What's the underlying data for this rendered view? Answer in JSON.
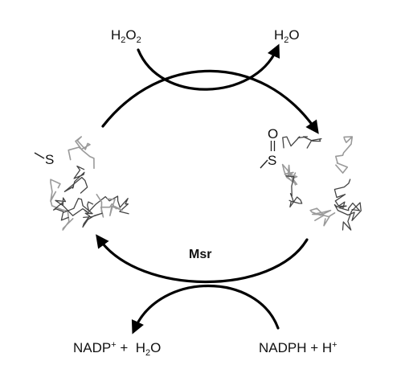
{
  "reactants_top": {
    "left": {
      "base": "H",
      "sub": "2",
      "base2": "O",
      "sub2": "2"
    },
    "right": {
      "base": "H",
      "sub": "2",
      "base2": "O"
    }
  },
  "products_bottom": {
    "left": {
      "part1": "NADP",
      "sup": "+",
      "part2": " +  H",
      "sub": "2",
      "part3": "O"
    },
    "right": {
      "part1": "NADPH + H",
      "sup": "+"
    }
  },
  "enzyme_label": "Msr",
  "reduced_form": {
    "atom": "S"
  },
  "oxidized_form": {
    "atom": "S",
    "oxygen": "O"
  },
  "colors": {
    "arrow": "#000000",
    "protein_dark": "#444444",
    "protein_light": "#9a9a9a"
  }
}
